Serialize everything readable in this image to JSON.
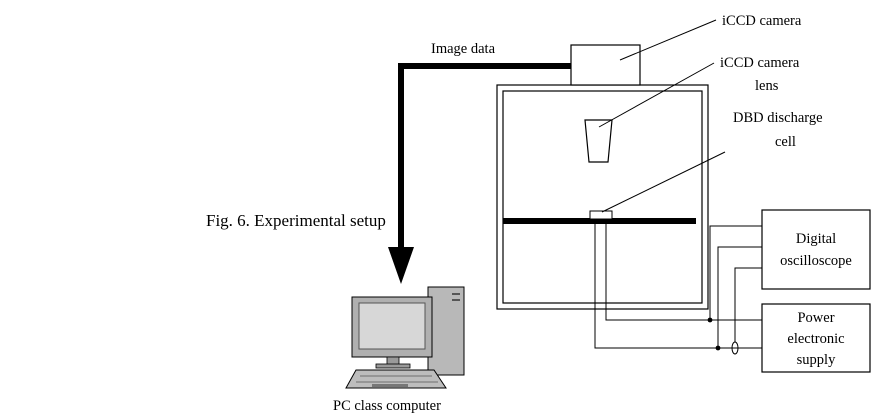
{
  "caption": "Fig. 6. Experimental setup",
  "labels": {
    "image_data": "Image data",
    "camera": "iCCD camera",
    "lens_line1": "iCCD camera",
    "lens_line2": "lens",
    "cell_line1": "DBD discharge",
    "cell_line2": "cell",
    "osc_line1": "Digital",
    "osc_line2": "oscilloscope",
    "psu_line1": "Power",
    "psu_line2": "electronic",
    "psu_line3": "supply",
    "pc": "PC class computer"
  }
}
